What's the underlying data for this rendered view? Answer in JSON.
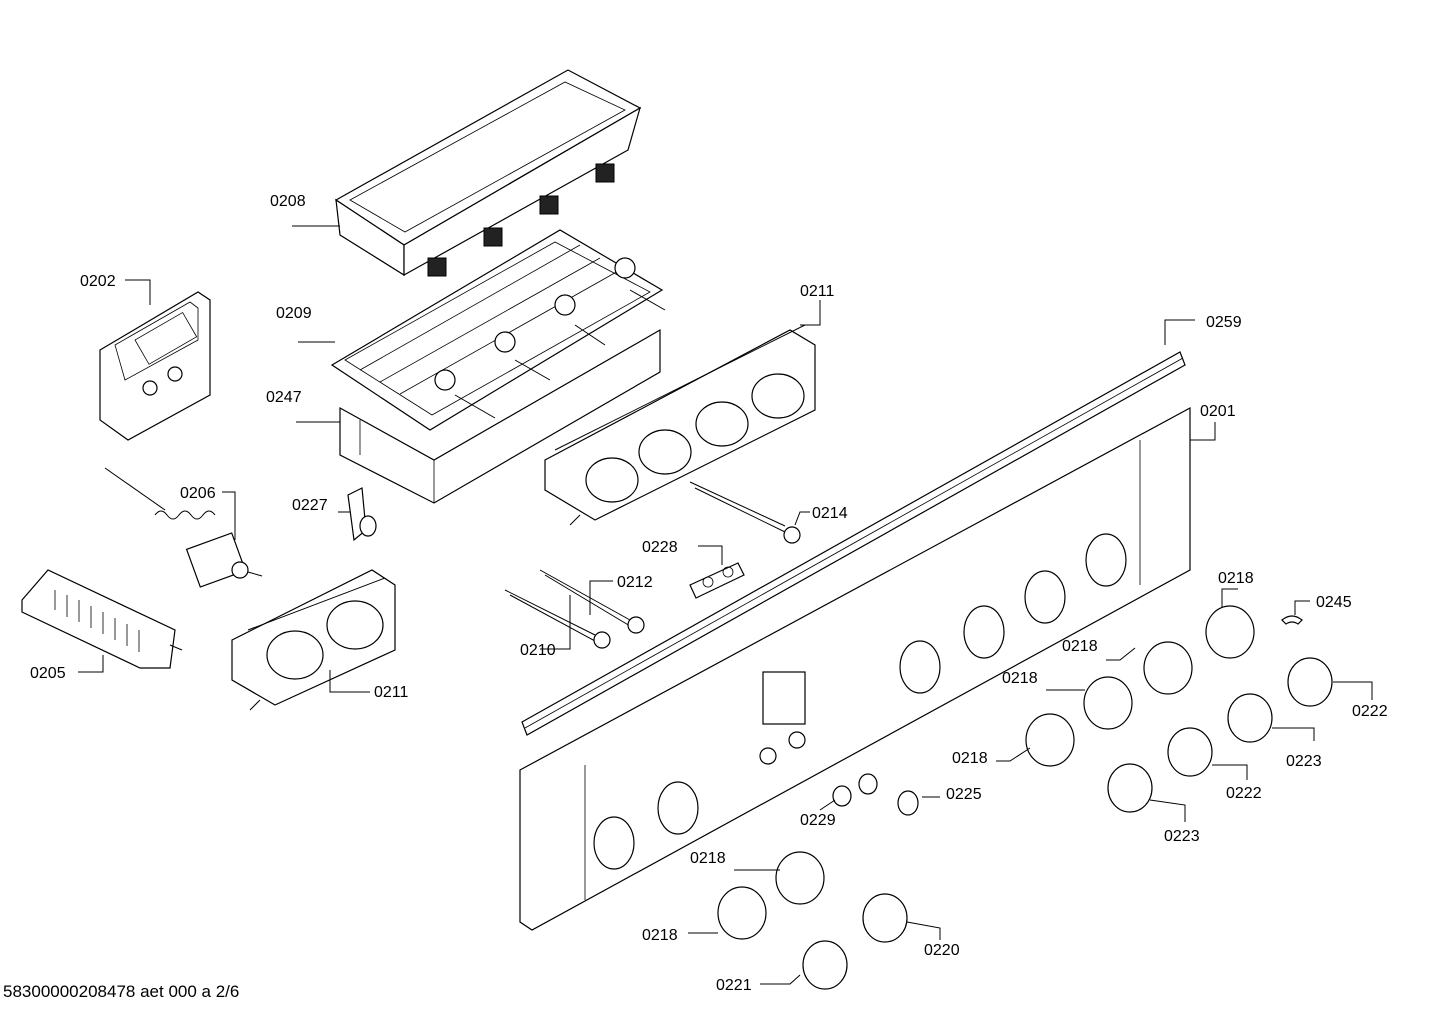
{
  "footer": {
    "code": "58300000208478 aet 000 a 2/6"
  },
  "labels": {
    "l0208": "0208",
    "l0202": "0202",
    "l0209": "0209",
    "l0247": "0247",
    "l0211a": "0211",
    "l0259": "0259",
    "l0201": "0201",
    "l0206": "0206",
    "l0227": "0227",
    "l0214": "0214",
    "l0228": "0228",
    "l0212": "0212",
    "l0210": "0210",
    "l0205": "0205",
    "l0211b": "0211",
    "l0218a": "0218",
    "l0245": "0245",
    "l0218b": "0218",
    "l0218c": "0218",
    "l0222a": "0222",
    "l0223a": "0223",
    "l0218d": "0218",
    "l0222b": "0222",
    "l0225": "0225",
    "l0229": "0229",
    "l0223b": "0223",
    "l0218e": "0218",
    "l0218f": "0218",
    "l0220": "0220",
    "l0221": "0221"
  }
}
